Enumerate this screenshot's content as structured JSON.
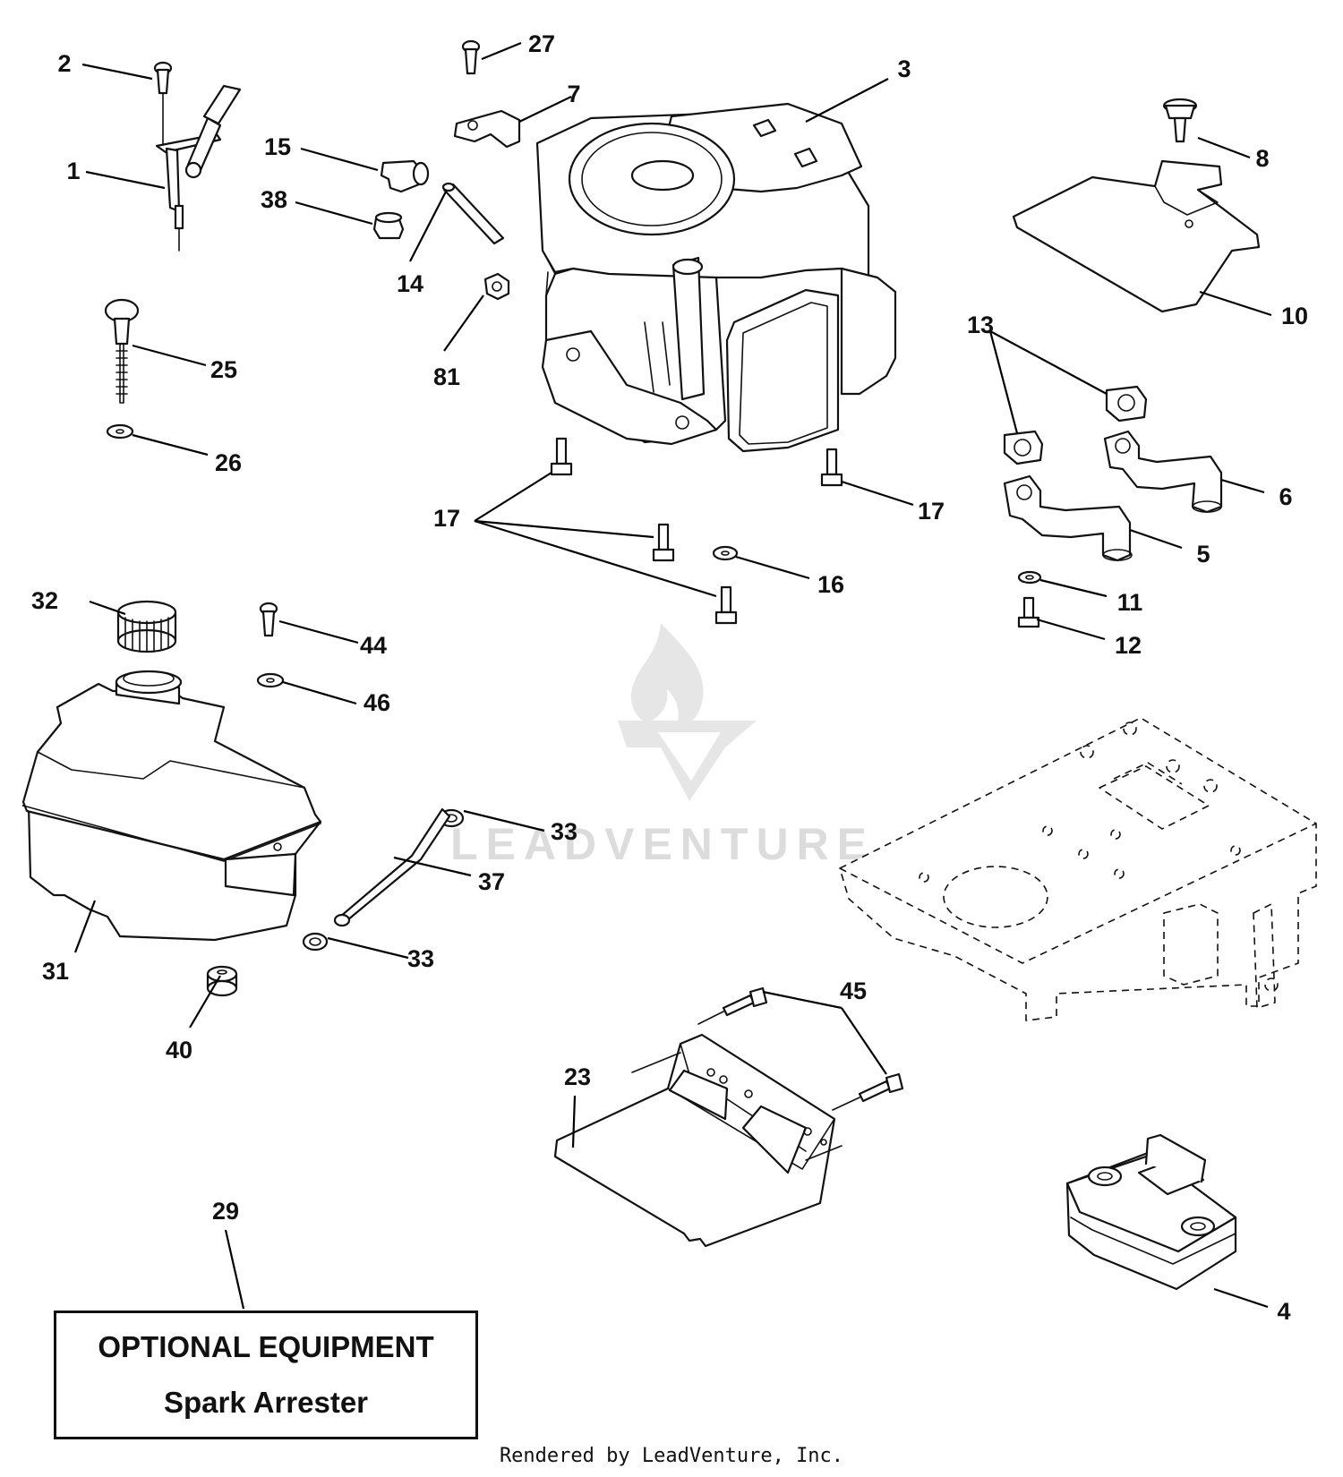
{
  "watermark": {
    "text": "LEADVENTURE",
    "logo_icon": "flame-v-logo"
  },
  "callouts": [
    {
      "id": "c2",
      "label": "2"
    },
    {
      "id": "c1",
      "label": "1"
    },
    {
      "id": "c27",
      "label": "27"
    },
    {
      "id": "c7",
      "label": "7"
    },
    {
      "id": "c3",
      "label": "3"
    },
    {
      "id": "c15",
      "label": "15"
    },
    {
      "id": "c38",
      "label": "38"
    },
    {
      "id": "c14",
      "label": "14"
    },
    {
      "id": "c81",
      "label": "81"
    },
    {
      "id": "c8",
      "label": "8"
    },
    {
      "id": "c10",
      "label": "10"
    },
    {
      "id": "c13",
      "label": "13"
    },
    {
      "id": "c25",
      "label": "25"
    },
    {
      "id": "c26",
      "label": "26"
    },
    {
      "id": "c6",
      "label": "6"
    },
    {
      "id": "c5",
      "label": "5"
    },
    {
      "id": "c17a",
      "label": "17"
    },
    {
      "id": "c17b",
      "label": "17"
    },
    {
      "id": "c16",
      "label": "16"
    },
    {
      "id": "c11",
      "label": "11"
    },
    {
      "id": "c12",
      "label": "12"
    },
    {
      "id": "c32",
      "label": "32"
    },
    {
      "id": "c44",
      "label": "44"
    },
    {
      "id": "c46",
      "label": "46"
    },
    {
      "id": "c33a",
      "label": "33"
    },
    {
      "id": "c37",
      "label": "37"
    },
    {
      "id": "c33b",
      "label": "33"
    },
    {
      "id": "c31",
      "label": "31"
    },
    {
      "id": "c40",
      "label": "40"
    },
    {
      "id": "c45",
      "label": "45"
    },
    {
      "id": "c23",
      "label": "23"
    },
    {
      "id": "c29",
      "label": "29"
    },
    {
      "id": "c4",
      "label": "4"
    }
  ],
  "optional_box": {
    "title": "OPTIONAL EQUIPMENT",
    "subtitle": "Spark Arrester"
  },
  "footer": {
    "credit": "Rendered by LeadVenture, Inc."
  }
}
